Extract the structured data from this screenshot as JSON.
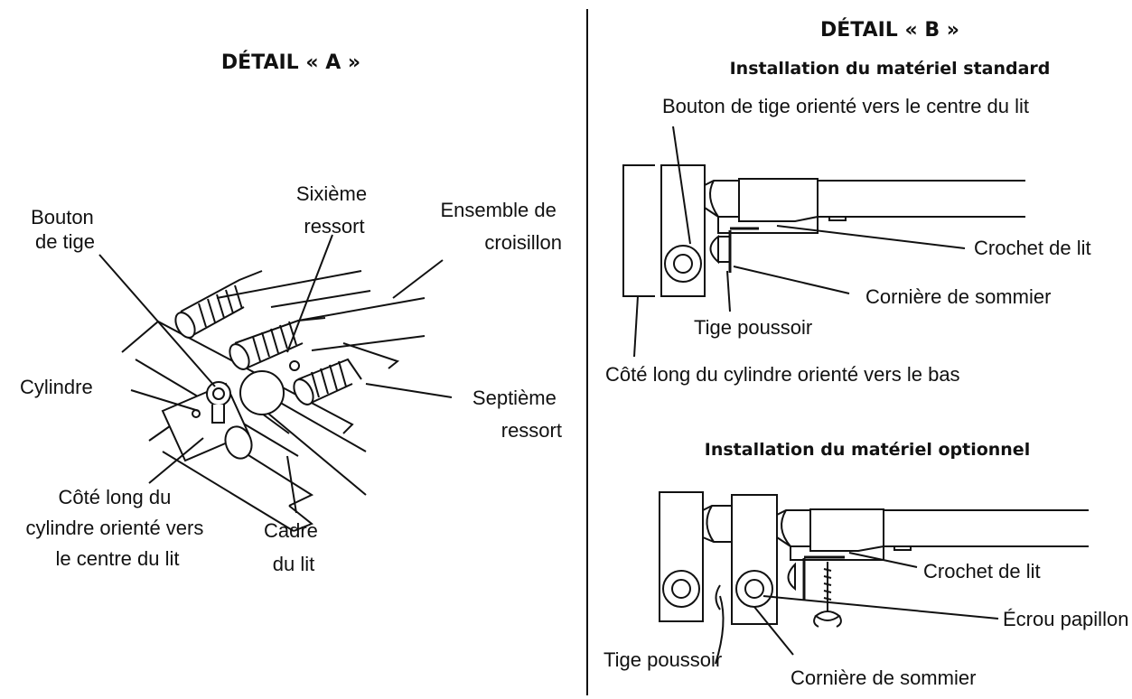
{
  "detail_a": {
    "title": "DÉTAIL « A »",
    "labels": {
      "bouton_de_tige": [
        "Bouton",
        "de tige"
      ],
      "sixieme_ressort": [
        "Sixième",
        "ressort"
      ],
      "ensemble_croisillon": [
        "Ensemble de",
        "croisillon"
      ],
      "cylindre": "Cylindre",
      "septieme_ressort": [
        "Septième",
        "ressort"
      ],
      "cote_long": [
        "Côté long du",
        "cylindre orienté vers",
        "le centre du lit"
      ],
      "cadre_du_lit": [
        "Cadre",
        "du lit"
      ]
    }
  },
  "detail_b": {
    "title": "DÉTAIL « B »",
    "standard": {
      "subtitle": "Installation du matériel standard",
      "labels": {
        "bouton_centre": "Bouton de tige orienté vers le centre du lit",
        "crochet": "Crochet de lit",
        "corniere": "Cornière de sommier",
        "tige_poussoir": "Tige poussoir",
        "cote_long_bas": "Côté long du cylindre orienté vers le bas"
      }
    },
    "optionnel": {
      "subtitle": "Installation du matériel optionnel",
      "labels": {
        "crochet": "Crochet de lit",
        "ecrou": "Écrou papillon",
        "tige_poussoir": "Tige poussoir",
        "corniere": "Cornière de sommier"
      }
    }
  }
}
